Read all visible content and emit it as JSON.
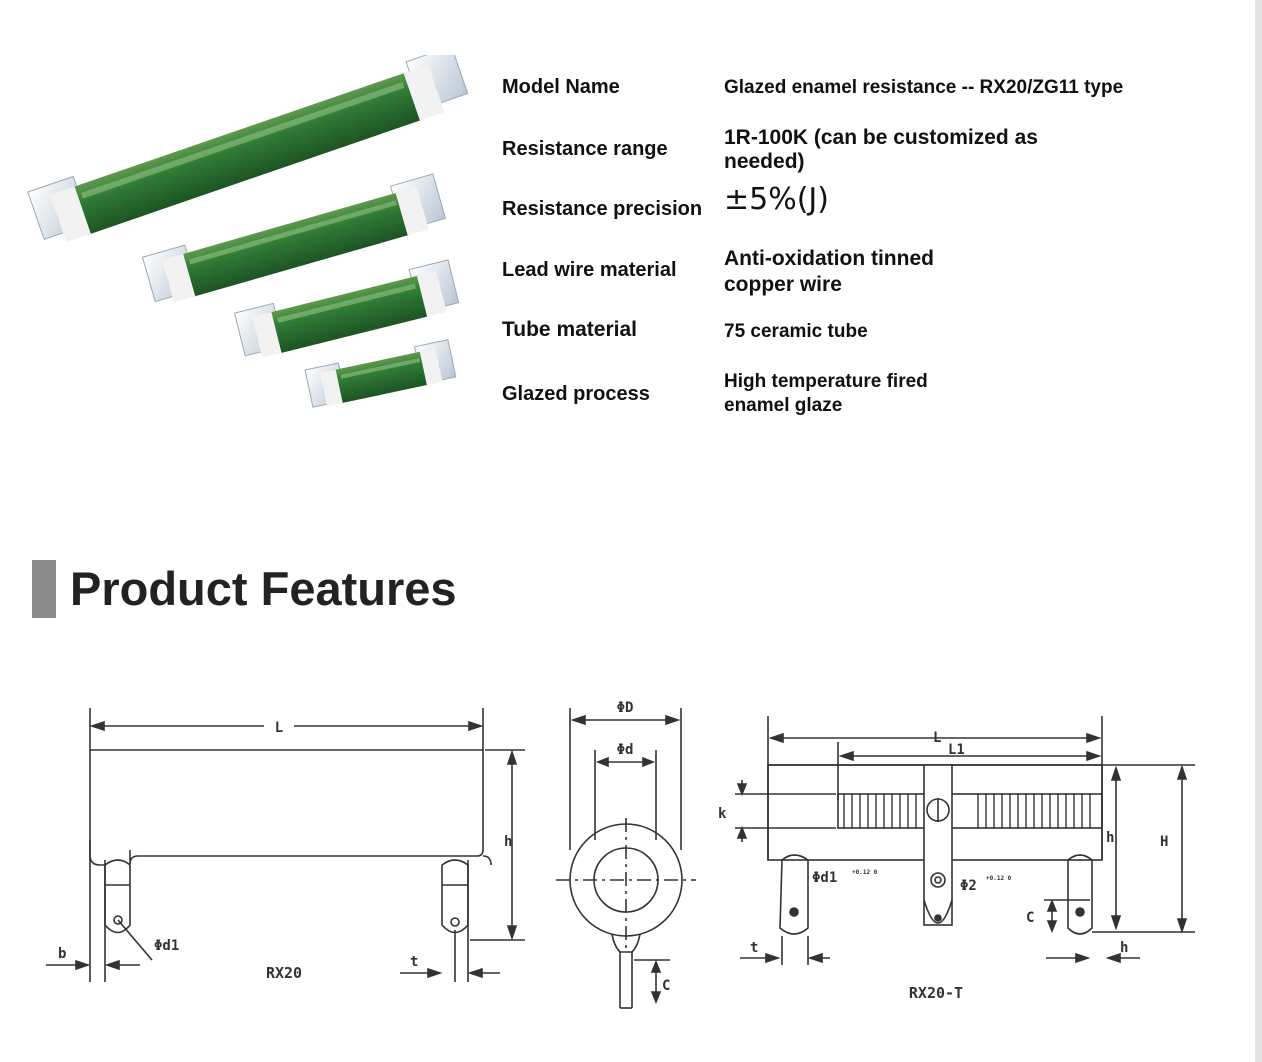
{
  "specs": [
    {
      "label": "Model Name",
      "value": "Glazed enamel resistance -- RX20/ZG11 type"
    },
    {
      "label": "Resistance range",
      "value": "1R-100K (can be customized as needed)"
    },
    {
      "label": "Resistance precision",
      "value": "±5%(J)"
    },
    {
      "label": "Lead wire material",
      "value": "Anti-oxidation tinned copper wire"
    },
    {
      "label": "Tube material",
      "value": "75 ceramic tube"
    },
    {
      "label": "Glazed process",
      "value": "High temperature fired enamel glaze"
    }
  ],
  "section": {
    "title": "Product Features"
  },
  "diagram": {
    "rx20": {
      "name": "RX20",
      "dim_L": "L",
      "dim_h": "h",
      "dim_b": "b",
      "dim_t": "t",
      "dim_d1": "Φd1"
    },
    "cross_section": {
      "dim_D": "ΦD",
      "dim_d": "Φd",
      "dim_C": "C"
    },
    "rx20t": {
      "name": "RX20-T",
      "dim_L": "L",
      "dim_L1": "L1",
      "dim_k": "k",
      "dim_h": "h",
      "dim_H": "H",
      "dim_C": "C",
      "dim_t": "t",
      "dim_h2": "h",
      "dim_d1": "Φd1",
      "dim_d1_tol": "+0.12 0",
      "dim_2": "Φ2",
      "dim_2_tol": "+0.12 0"
    }
  }
}
